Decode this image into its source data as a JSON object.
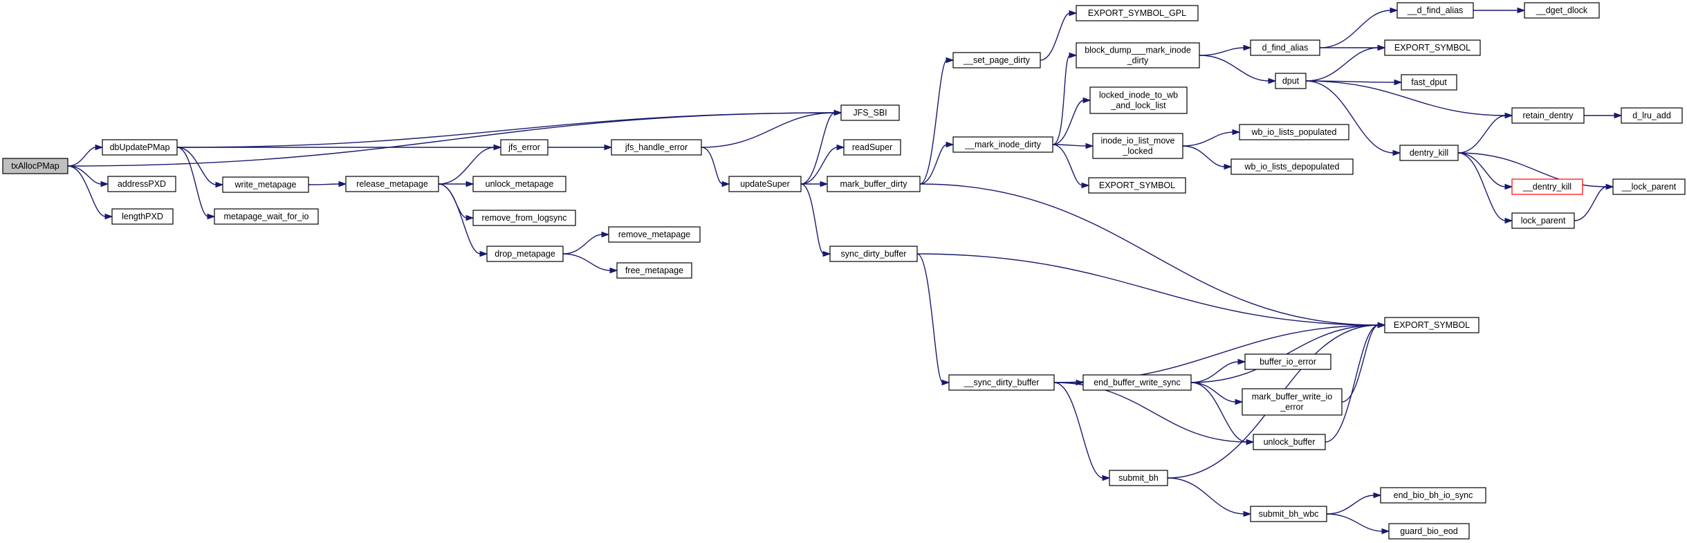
{
  "graph": {
    "edge_color": "#191970",
    "root_fill": "#bfbfbf",
    "nodes": [
      {
        "id": "txAllocPMap",
        "lines": [
          "txAllocPMap"
        ],
        "root": true
      },
      {
        "id": "dbUpdatePMap",
        "lines": [
          "dbUpdatePMap"
        ]
      },
      {
        "id": "addressPXD",
        "lines": [
          "addressPXD"
        ]
      },
      {
        "id": "lengthPXD",
        "lines": [
          "lengthPXD"
        ]
      },
      {
        "id": "write_metapage",
        "lines": [
          "write_metapage"
        ]
      },
      {
        "id": "metapage_wait_for_io",
        "lines": [
          "metapage_wait_for_io"
        ]
      },
      {
        "id": "release_metapage",
        "lines": [
          "release_metapage"
        ]
      },
      {
        "id": "jfs_error",
        "lines": [
          "jfs_error"
        ]
      },
      {
        "id": "unlock_metapage",
        "lines": [
          "unlock_metapage"
        ]
      },
      {
        "id": "remove_from_logsync",
        "lines": [
          "remove_from_logsync"
        ]
      },
      {
        "id": "drop_metapage",
        "lines": [
          "drop_metapage"
        ]
      },
      {
        "id": "remove_metapage",
        "lines": [
          "remove_metapage"
        ]
      },
      {
        "id": "free_metapage",
        "lines": [
          "free_metapage"
        ]
      },
      {
        "id": "jfs_handle_error",
        "lines": [
          "jfs_handle_error"
        ]
      },
      {
        "id": "JFS_SBI",
        "lines": [
          "JFS_SBI"
        ]
      },
      {
        "id": "updateSuper",
        "lines": [
          "updateSuper"
        ]
      },
      {
        "id": "readSuper",
        "lines": [
          "readSuper"
        ]
      },
      {
        "id": "mark_buffer_dirty",
        "lines": [
          "mark_buffer_dirty"
        ]
      },
      {
        "id": "sync_dirty_buffer",
        "lines": [
          "sync_dirty_buffer"
        ]
      },
      {
        "id": "__set_page_dirty",
        "lines": [
          "__set_page_dirty"
        ]
      },
      {
        "id": "__mark_inode_dirty",
        "lines": [
          "__mark_inode_dirty"
        ]
      },
      {
        "id": "__sync_dirty_buffer",
        "lines": [
          "__sync_dirty_buffer"
        ]
      },
      {
        "id": "EXPORT_SYMBOL_GPL",
        "lines": [
          "EXPORT_SYMBOL_GPL"
        ]
      },
      {
        "id": "block_dump___mark_inode_dirty",
        "lines": [
          "block_dump___mark_inode",
          "_dirty"
        ]
      },
      {
        "id": "locked_inode_to_wb_and_lock_list",
        "lines": [
          "locked_inode_to_wb",
          "_and_lock_list"
        ]
      },
      {
        "id": "inode_io_list_move_locked",
        "lines": [
          "inode_io_list_move",
          "_locked"
        ]
      },
      {
        "id": "EXPORT_SYMBOL_mid",
        "lines": [
          "EXPORT_SYMBOL"
        ]
      },
      {
        "id": "end_buffer_write_sync",
        "lines": [
          "end_buffer_write_sync"
        ]
      },
      {
        "id": "submit_bh",
        "lines": [
          "submit_bh"
        ]
      },
      {
        "id": "d_find_alias",
        "lines": [
          "d_find_alias"
        ]
      },
      {
        "id": "dput",
        "lines": [
          "dput"
        ]
      },
      {
        "id": "wb_io_lists_populated",
        "lines": [
          "wb_io_lists_populated"
        ]
      },
      {
        "id": "wb_io_lists_depopulated",
        "lines": [
          "wb_io_lists_depopulated"
        ]
      },
      {
        "id": "buffer_io_error",
        "lines": [
          "buffer_io_error"
        ]
      },
      {
        "id": "mark_buffer_write_io_error",
        "lines": [
          "mark_buffer_write_io",
          "_error"
        ]
      },
      {
        "id": "unlock_buffer",
        "lines": [
          "unlock_buffer"
        ]
      },
      {
        "id": "submit_bh_wbc",
        "lines": [
          "submit_bh_wbc"
        ]
      },
      {
        "id": "__d_find_alias",
        "lines": [
          "__d_find_alias"
        ]
      },
      {
        "id": "EXPORT_SYMBOL_top",
        "lines": [
          "EXPORT_SYMBOL"
        ]
      },
      {
        "id": "fast_dput",
        "lines": [
          "fast_dput"
        ]
      },
      {
        "id": "dentry_kill",
        "lines": [
          "dentry_kill"
        ]
      },
      {
        "id": "EXPORT_SYMBOL_big",
        "lines": [
          "EXPORT_SYMBOL"
        ]
      },
      {
        "id": "end_bio_bh_io_sync",
        "lines": [
          "end_bio_bh_io_sync"
        ]
      },
      {
        "id": "guard_bio_eod",
        "lines": [
          "guard_bio_eod"
        ]
      },
      {
        "id": "__dget_dlock",
        "lines": [
          "__dget_dlock"
        ]
      },
      {
        "id": "retain_dentry",
        "lines": [
          "retain_dentry"
        ]
      },
      {
        "id": "__dentry_kill",
        "lines": [
          "__dentry_kill"
        ],
        "red": true
      },
      {
        "id": "lock_parent",
        "lines": [
          "lock_parent"
        ]
      },
      {
        "id": "d_lru_add",
        "lines": [
          "d_lru_add"
        ]
      },
      {
        "id": "__lock_parent",
        "lines": [
          "__lock_parent"
        ]
      }
    ],
    "edges": [
      [
        "txAllocPMap",
        "dbUpdatePMap"
      ],
      [
        "txAllocPMap",
        "addressPXD"
      ],
      [
        "txAllocPMap",
        "lengthPXD"
      ],
      [
        "txAllocPMap",
        "JFS_SBI"
      ],
      [
        "dbUpdatePMap",
        "JFS_SBI"
      ],
      [
        "dbUpdatePMap",
        "jfs_error"
      ],
      [
        "dbUpdatePMap",
        "write_metapage"
      ],
      [
        "dbUpdatePMap",
        "metapage_wait_for_io"
      ],
      [
        "write_metapage",
        "release_metapage"
      ],
      [
        "release_metapage",
        "jfs_error"
      ],
      [
        "release_metapage",
        "unlock_metapage"
      ],
      [
        "release_metapage",
        "remove_from_logsync"
      ],
      [
        "release_metapage",
        "drop_metapage"
      ],
      [
        "drop_metapage",
        "remove_metapage"
      ],
      [
        "drop_metapage",
        "free_metapage"
      ],
      [
        "jfs_error",
        "jfs_handle_error"
      ],
      [
        "jfs_handle_error",
        "JFS_SBI"
      ],
      [
        "jfs_handle_error",
        "updateSuper"
      ],
      [
        "updateSuper",
        "JFS_SBI"
      ],
      [
        "updateSuper",
        "readSuper"
      ],
      [
        "updateSuper",
        "mark_buffer_dirty"
      ],
      [
        "updateSuper",
        "sync_dirty_buffer"
      ],
      [
        "mark_buffer_dirty",
        "__set_page_dirty"
      ],
      [
        "mark_buffer_dirty",
        "__mark_inode_dirty"
      ],
      [
        "mark_buffer_dirty",
        "EXPORT_SYMBOL_big"
      ],
      [
        "sync_dirty_buffer",
        "__sync_dirty_buffer"
      ],
      [
        "sync_dirty_buffer",
        "EXPORT_SYMBOL_big"
      ],
      [
        "__set_page_dirty",
        "EXPORT_SYMBOL_GPL"
      ],
      [
        "__mark_inode_dirty",
        "block_dump___mark_inode_dirty"
      ],
      [
        "__mark_inode_dirty",
        "locked_inode_to_wb_and_lock_list"
      ],
      [
        "__mark_inode_dirty",
        "inode_io_list_move_locked"
      ],
      [
        "__mark_inode_dirty",
        "EXPORT_SYMBOL_mid"
      ],
      [
        "block_dump___mark_inode_dirty",
        "d_find_alias"
      ],
      [
        "block_dump___mark_inode_dirty",
        "dput"
      ],
      [
        "inode_io_list_move_locked",
        "wb_io_lists_populated"
      ],
      [
        "inode_io_list_move_locked",
        "wb_io_lists_depopulated"
      ],
      [
        "d_find_alias",
        "__d_find_alias"
      ],
      [
        "d_find_alias",
        "EXPORT_SYMBOL_top"
      ],
      [
        "__d_find_alias",
        "__dget_dlock"
      ],
      [
        "dput",
        "EXPORT_SYMBOL_top"
      ],
      [
        "dput",
        "fast_dput"
      ],
      [
        "dput",
        "retain_dentry"
      ],
      [
        "dput",
        "dentry_kill"
      ],
      [
        "retain_dentry",
        "d_lru_add"
      ],
      [
        "dentry_kill",
        "retain_dentry"
      ],
      [
        "dentry_kill",
        "__dentry_kill"
      ],
      [
        "dentry_kill",
        "__lock_parent"
      ],
      [
        "dentry_kill",
        "lock_parent"
      ],
      [
        "lock_parent",
        "__lock_parent"
      ],
      [
        "__sync_dirty_buffer",
        "EXPORT_SYMBOL_big"
      ],
      [
        "__sync_dirty_buffer",
        "end_buffer_write_sync"
      ],
      [
        "__sync_dirty_buffer",
        "unlock_buffer"
      ],
      [
        "__sync_dirty_buffer",
        "submit_bh"
      ],
      [
        "end_buffer_write_sync",
        "EXPORT_SYMBOL_big"
      ],
      [
        "end_buffer_write_sync",
        "buffer_io_error"
      ],
      [
        "end_buffer_write_sync",
        "mark_buffer_write_io_error"
      ],
      [
        "end_buffer_write_sync",
        "unlock_buffer"
      ],
      [
        "mark_buffer_write_io_error",
        "EXPORT_SYMBOL_big"
      ],
      [
        "unlock_buffer",
        "EXPORT_SYMBOL_big"
      ],
      [
        "submit_bh",
        "EXPORT_SYMBOL_big"
      ],
      [
        "submit_bh",
        "submit_bh_wbc"
      ],
      [
        "submit_bh_wbc",
        "end_bio_bh_io_sync"
      ],
      [
        "submit_bh_wbc",
        "guard_bio_eod"
      ]
    ]
  }
}
